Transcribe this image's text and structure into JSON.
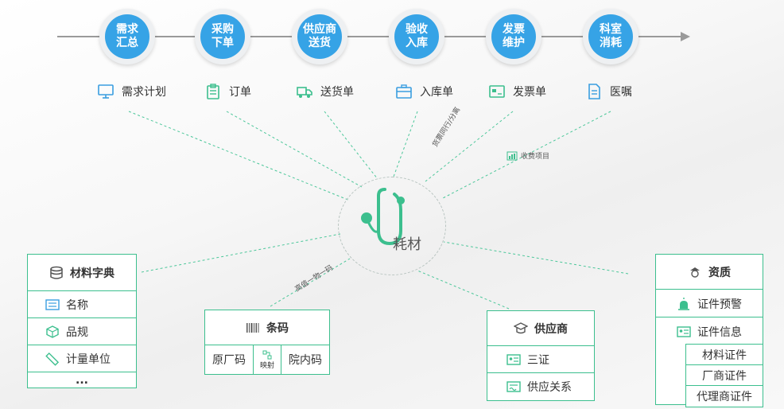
{
  "steps": [
    {
      "line1": "需求",
      "line2": "汇总"
    },
    {
      "line1": "采购",
      "line2": "下单"
    },
    {
      "line1": "供应商",
      "line2": "送货"
    },
    {
      "line1": "验收",
      "line2": "入库"
    },
    {
      "line1": "发票",
      "line2": "维护"
    },
    {
      "line1": "科室",
      "line2": "消耗"
    }
  ],
  "documents": [
    {
      "label": "需求计划",
      "icon": "monitor-icon"
    },
    {
      "label": "订单",
      "icon": "clipboard-icon"
    },
    {
      "label": "送货单",
      "icon": "truck-icon"
    },
    {
      "label": "入库单",
      "icon": "toolbox-icon"
    },
    {
      "label": "发票单",
      "icon": "invoice-icon"
    },
    {
      "label": "医嘱",
      "icon": "prescription-icon"
    }
  ],
  "hub": {
    "label": "耗材",
    "icon": "stethoscope-icon"
  },
  "edge_labels": {
    "invoice": "货票同行/分离",
    "fee": "收费项目",
    "barcode": "高值一物一码"
  },
  "material_dict": {
    "title": "材料字典",
    "items": [
      {
        "label": "名称",
        "icon": "list-icon"
      },
      {
        "label": "品规",
        "icon": "cube-icon"
      },
      {
        "label": "计量单位",
        "icon": "ruler-icon"
      }
    ],
    "more": "..."
  },
  "barcode": {
    "title": "条码",
    "left": "原厂码",
    "middle": "映射",
    "right": "院内码"
  },
  "supplier": {
    "title": "供应商",
    "items": [
      {
        "label": "三证",
        "icon": "id-card-icon"
      },
      {
        "label": "供应关系",
        "icon": "contract-icon"
      }
    ]
  },
  "qualification": {
    "title": "资质",
    "items": [
      {
        "label": "证件预警",
        "icon": "alarm-icon"
      },
      {
        "label": "证件信息",
        "icon": "id-card-icon"
      }
    ],
    "certs": [
      "材料证件",
      "厂商证件",
      "代理商证件"
    ]
  },
  "colors": {
    "step_blue": "#36a3e6",
    "green": "#3cbf8e",
    "dash": "#4cc79a"
  }
}
